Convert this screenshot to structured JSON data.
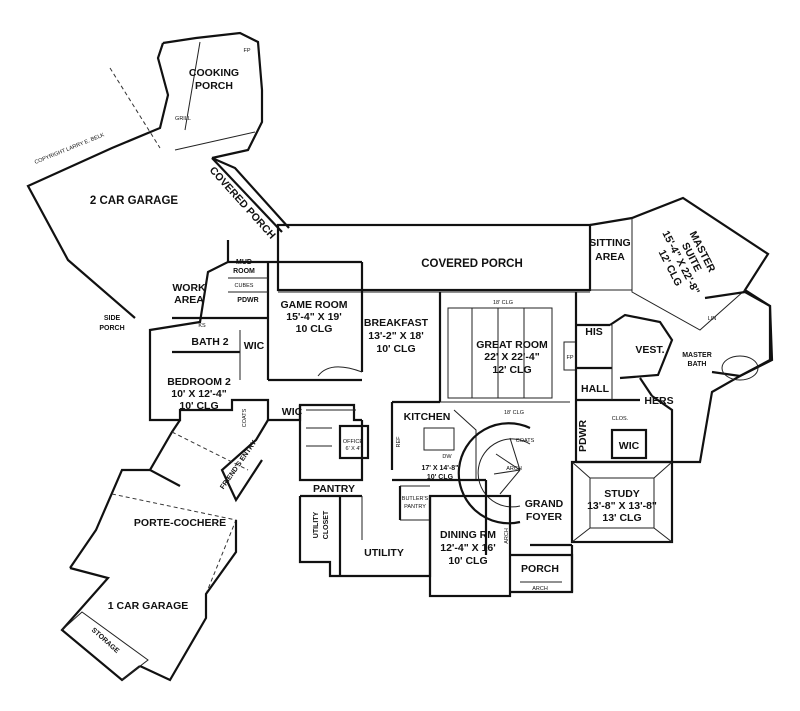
{
  "rooms": {
    "cooking_porch": [
      "COOKING",
      "PORCH"
    ],
    "garage2": "2 CAR GARAGE",
    "covered_porch_diag": "COVERED PORCH",
    "covered_porch": "COVERED PORCH",
    "sitting_area": [
      "SITTING",
      "AREA"
    ],
    "master_suite": [
      "MASTER",
      "SUITE",
      "15'-4\" X 22'-8\"",
      "12' CLG"
    ],
    "mud_room": [
      "MUD",
      "ROOM"
    ],
    "work_area": [
      "WORK",
      "AREA"
    ],
    "pdwr_left": "PDWR",
    "game_room": [
      "GAME ROOM",
      "15'-4\" X 19'",
      "10 CLG"
    ],
    "breakfast": [
      "BREAKFAST",
      "13'-2\" X 18'",
      "10' CLG"
    ],
    "great_room": [
      "GREAT ROOM",
      "22' X 22'-4\"",
      "12' CLG"
    ],
    "his": "HIS",
    "vest": "VEST.",
    "master_bath": [
      "MASTER",
      "BATH"
    ],
    "side_porch": [
      "SIDE",
      "PORCH"
    ],
    "bath2": "BATH 2",
    "wic_left": "WIC",
    "bedroom2": [
      "BEDROOM 2",
      "10' X 12'-4\"",
      "10' CLG"
    ],
    "wic_mid": "WIC",
    "kitchen": "KITCHEN",
    "kitchen_dims": [
      "17' X 14'-8\"",
      "10' CLG"
    ],
    "hall": "HALL",
    "hers": "HERS",
    "pdwr_right": "PDWR",
    "wic_right": "WIC",
    "office": [
      "OFFICE",
      "6' X 4'"
    ],
    "pantry": "PANTRY",
    "butlers_pantry": [
      "BUTLER'S",
      "PANTRY"
    ],
    "grand_foyer": [
      "GRAND",
      "FOYER"
    ],
    "study": [
      "STUDY",
      "13'-8\" X 13'-8\"",
      "13' CLG"
    ],
    "friends_entry": "FRIEND'S ENTRY",
    "porte_cochere": "PORTE-COCHERE",
    "utility_closet": [
      "UTILITY",
      "CLOSET"
    ],
    "utility": "UTILITY",
    "dining": [
      "DINING RM",
      "12'-4\" X 16'",
      "10' CLG"
    ],
    "porch": "PORCH",
    "garage1": "1 CAR GARAGE",
    "storage": "STORAGE"
  },
  "small": {
    "fp_top": "FP",
    "fp_great": "FP",
    "grill": "GRILL",
    "cubes": "CUBES",
    "ks": "KS",
    "lin": "LIN",
    "coats_left": "COATS",
    "coats_foyer": "COATS",
    "ref": "REF",
    "dw": "DW",
    "clg_great_top": "18' CLG",
    "clg_great_bottom": "18' CLG",
    "arch_foyer": "ARCH",
    "arch_porch": "ARCH",
    "arch_side": "ARCH",
    "clos": "CLOS.",
    "copyright": "COPYRIGHT LARRY E. BELK"
  }
}
